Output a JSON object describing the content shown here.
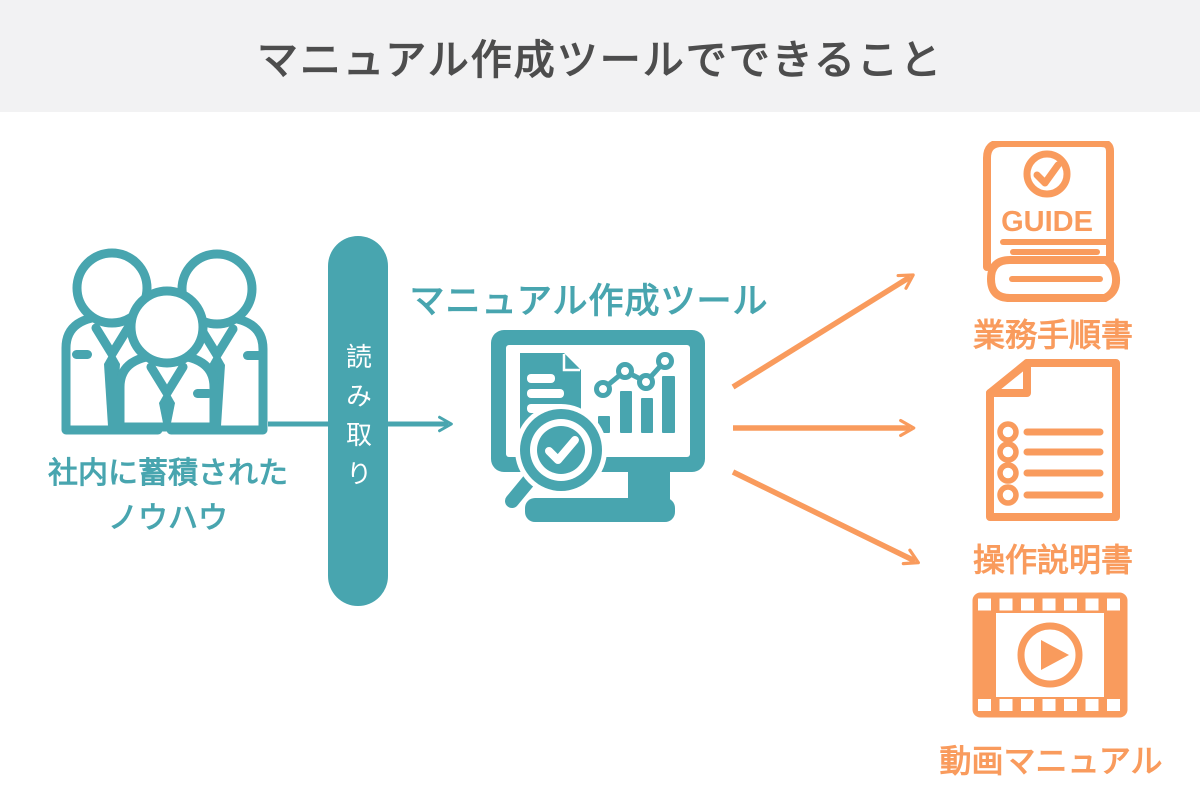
{
  "header": {
    "title": "マニュアル作成ツールでできること"
  },
  "colors": {
    "teal": "#48A5AF",
    "orange": "#F99B5D",
    "header_bg": "#F2F2F3",
    "title_text": "#4D4D4D",
    "background": "#FFFFFF"
  },
  "source": {
    "icon": "team-icon",
    "label_line1": "社内に蓄積された",
    "label_line2": "ノウハウ"
  },
  "process": {
    "pill_label": "読み取り",
    "arrow": "read-arrow"
  },
  "tool": {
    "icon": "monitor-analysis-icon",
    "label": "マニュアル作成ツール"
  },
  "outputs": [
    {
      "icon": "guide-book-icon",
      "icon_text": "GUIDE",
      "label": "業務手順書"
    },
    {
      "icon": "checklist-document-icon",
      "label": "操作説明書"
    },
    {
      "icon": "film-video-icon",
      "label": "動画マニュアル"
    }
  ]
}
